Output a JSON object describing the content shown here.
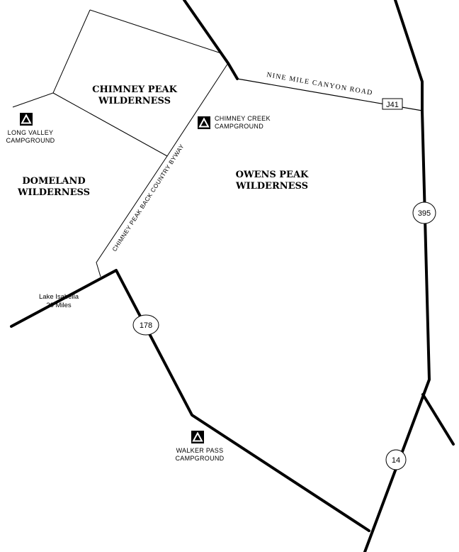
{
  "areas": {
    "chimney_peak": [
      "CHIMNEY PEAK",
      "WILDERNESS"
    ],
    "domeland": [
      "DOMELAND",
      "WILDERNESS"
    ],
    "owens_peak": [
      "OWENS PEAK",
      "WILDERNESS"
    ]
  },
  "campgrounds": {
    "long_valley": [
      "LONG VALLEY",
      "CAMPGROUND"
    ],
    "chimney_creek": [
      "CHIMNEY CREEK",
      "CAMPGROUND"
    ],
    "walker_pass": [
      "WALKER PASS",
      "CAMPGROUND"
    ]
  },
  "places": {
    "lake_isabella": [
      "Lake Isabella",
      "20 Miles"
    ]
  },
  "roads": {
    "nine_mile": "NINE MILE CANYON ROAD",
    "byway": "CHIMNEY PEAK BACK COUNTRY BYWAY"
  },
  "shields": {
    "j41": "J41",
    "us395": "395",
    "sr178": "178",
    "sr14": "14"
  }
}
